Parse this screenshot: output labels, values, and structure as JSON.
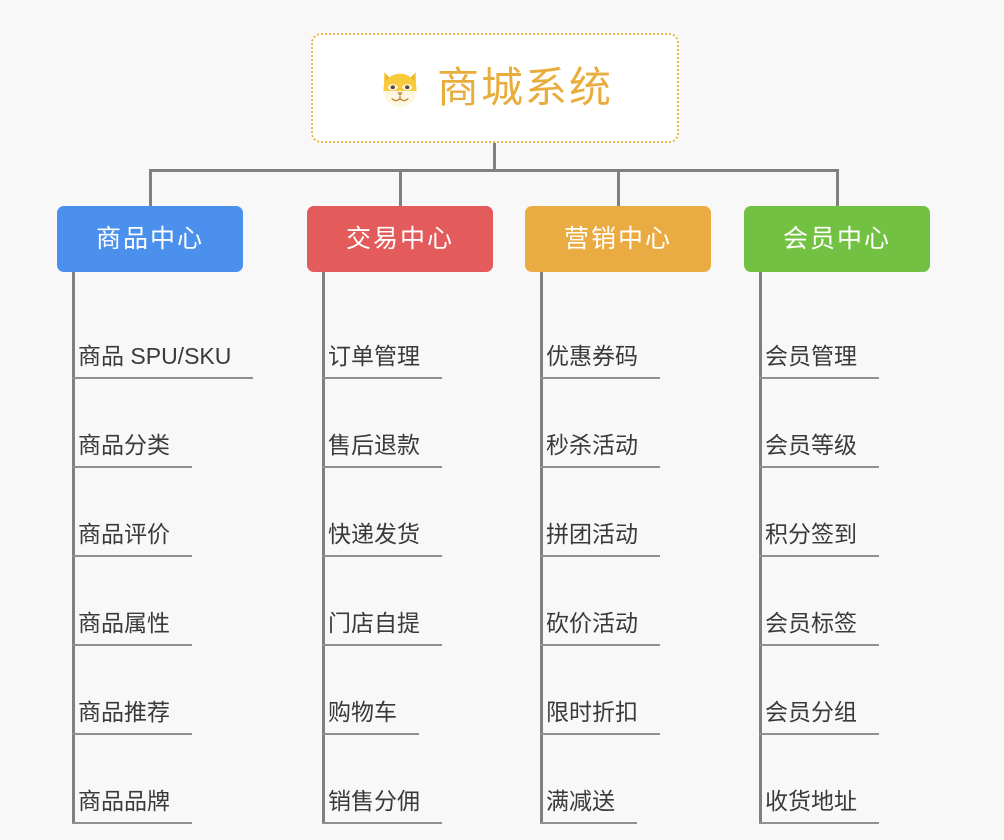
{
  "root": {
    "title": "商城系统",
    "icon": "shiba-dog-face-icon",
    "title_color": "#e8ad3c",
    "border_color": "#edb44a"
  },
  "background_color": "#f8f8f8",
  "connector_color": "#808080",
  "columns": [
    {
      "id": "product-center",
      "label": "商品中心",
      "color": "#4a90ec",
      "items": [
        {
          "label": "商品 SPU/SKU"
        },
        {
          "label": "商品分类"
        },
        {
          "label": "商品评价"
        },
        {
          "label": "商品属性"
        },
        {
          "label": "商品推荐"
        },
        {
          "label": "商品品牌"
        }
      ]
    },
    {
      "id": "trade-center",
      "label": "交易中心",
      "color": "#e35b5b",
      "items": [
        {
          "label": "订单管理"
        },
        {
          "label": "售后退款"
        },
        {
          "label": "快递发货"
        },
        {
          "label": "门店自提"
        },
        {
          "label": "购物车"
        },
        {
          "label": "销售分佣"
        }
      ]
    },
    {
      "id": "marketing-center",
      "label": "营销中心",
      "color": "#eaac42",
      "items": [
        {
          "label": "优惠券码"
        },
        {
          "label": "秒杀活动"
        },
        {
          "label": "拼团活动"
        },
        {
          "label": "砍价活动"
        },
        {
          "label": "限时折扣"
        },
        {
          "label": "满减送"
        }
      ]
    },
    {
      "id": "member-center",
      "label": "会员中心",
      "color": "#72c142",
      "items": [
        {
          "label": "会员管理"
        },
        {
          "label": "会员等级"
        },
        {
          "label": "积分签到"
        },
        {
          "label": "会员标签"
        },
        {
          "label": "会员分组"
        },
        {
          "label": "收货地址"
        }
      ]
    }
  ]
}
